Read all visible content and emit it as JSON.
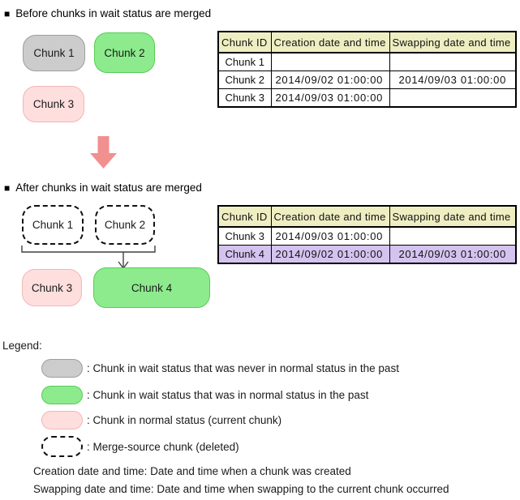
{
  "colors": {
    "chunk_wait_never_fill": "#cccccc",
    "chunk_wait_never_border": "#9e9e9e",
    "chunk_wait_past_fill": "#8deb8d",
    "chunk_wait_past_border": "#56cc56",
    "chunk_normal_fill": "#ffdede",
    "chunk_normal_border": "#f2b6b6",
    "table_header_bg": "#eeeec2",
    "merged_row_bg": "#d4c3ef",
    "merge_arrow": "#f28f8f",
    "text": "#1a1a1a"
  },
  "icons": {
    "section_bullet": "■"
  },
  "sections": {
    "before": {
      "title": "Before chunks in wait status are merged",
      "chunks": [
        {
          "label": "Chunk 1"
        },
        {
          "label": "Chunk 2"
        },
        {
          "label": "Chunk 3"
        }
      ],
      "table": {
        "headers": [
          "Chunk ID",
          "Creation date and time",
          "Swapping date and time"
        ],
        "rows": [
          {
            "id": "Chunk 1",
            "creation": "",
            "swapping": ""
          },
          {
            "id": "Chunk 2",
            "creation": "2014/09/02 01:00:00",
            "swapping": "2014/09/03 01:00:00"
          },
          {
            "id": "Chunk 3",
            "creation": "2014/09/03 01:00:00",
            "swapping": ""
          }
        ]
      }
    },
    "after": {
      "title": "After chunks in wait status are merged",
      "merge_sources": [
        {
          "label": "Chunk 1"
        },
        {
          "label": "Chunk 2"
        }
      ],
      "result_chunks": [
        {
          "label": "Chunk 3"
        },
        {
          "label": "Chunk 4"
        }
      ],
      "table": {
        "headers": [
          "Chunk ID",
          "Creation date and time",
          "Swapping date and time"
        ],
        "rows": [
          {
            "id": "Chunk 3",
            "creation": "2014/09/03 01:00:00",
            "swapping": ""
          },
          {
            "id": "Chunk 4",
            "creation": "2014/09/02 01:00:00",
            "swapping": "2014/09/03 01:00:00"
          }
        ]
      }
    }
  },
  "legend": {
    "title": "Legend:",
    "items": [
      {
        "text": ": Chunk in wait status that was never in normal status in the past"
      },
      {
        "text": ": Chunk in wait status that was in normal status in the past"
      },
      {
        "text": ": Chunk in normal status (current chunk)"
      },
      {
        "text": ": Merge-source chunk (deleted)"
      }
    ],
    "notes": [
      "Creation date and time: Date and time when a chunk was created",
      "Swapping date and time: Date and time when swapping to the current chunk occurred"
    ]
  }
}
